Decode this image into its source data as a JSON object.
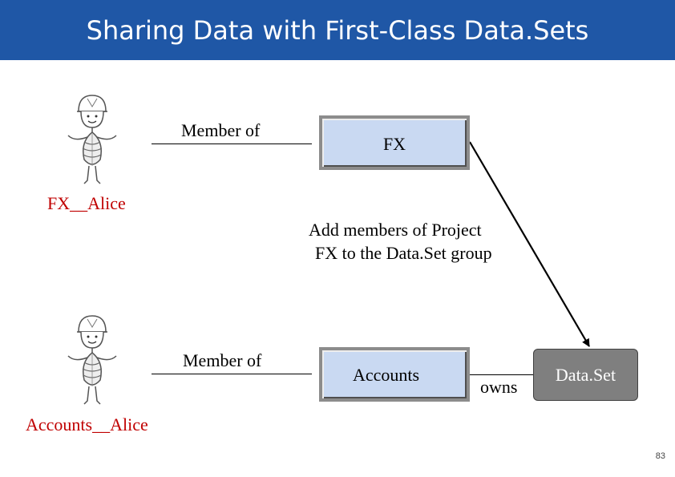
{
  "slide": {
    "title": "Sharing Data with First-Class Data.Sets",
    "page_number": "83"
  },
  "users": {
    "top_name": "FX__Alice",
    "bottom_name": "Accounts__Alice"
  },
  "relations": {
    "member_of_top": "Member of",
    "member_of_bottom": "Member of",
    "owns": "owns"
  },
  "groups": {
    "fx": "FX",
    "accounts": "Accounts"
  },
  "dataset_label": "Data.Set",
  "note_lines": [
    "Add members of Project",
    "FX to the Data.Set group"
  ],
  "colors": {
    "title_bar": "#1f57a6",
    "group_fill": "#c9d9f2",
    "dataset_fill": "#7f7f7f",
    "user_label": "#c00000"
  }
}
